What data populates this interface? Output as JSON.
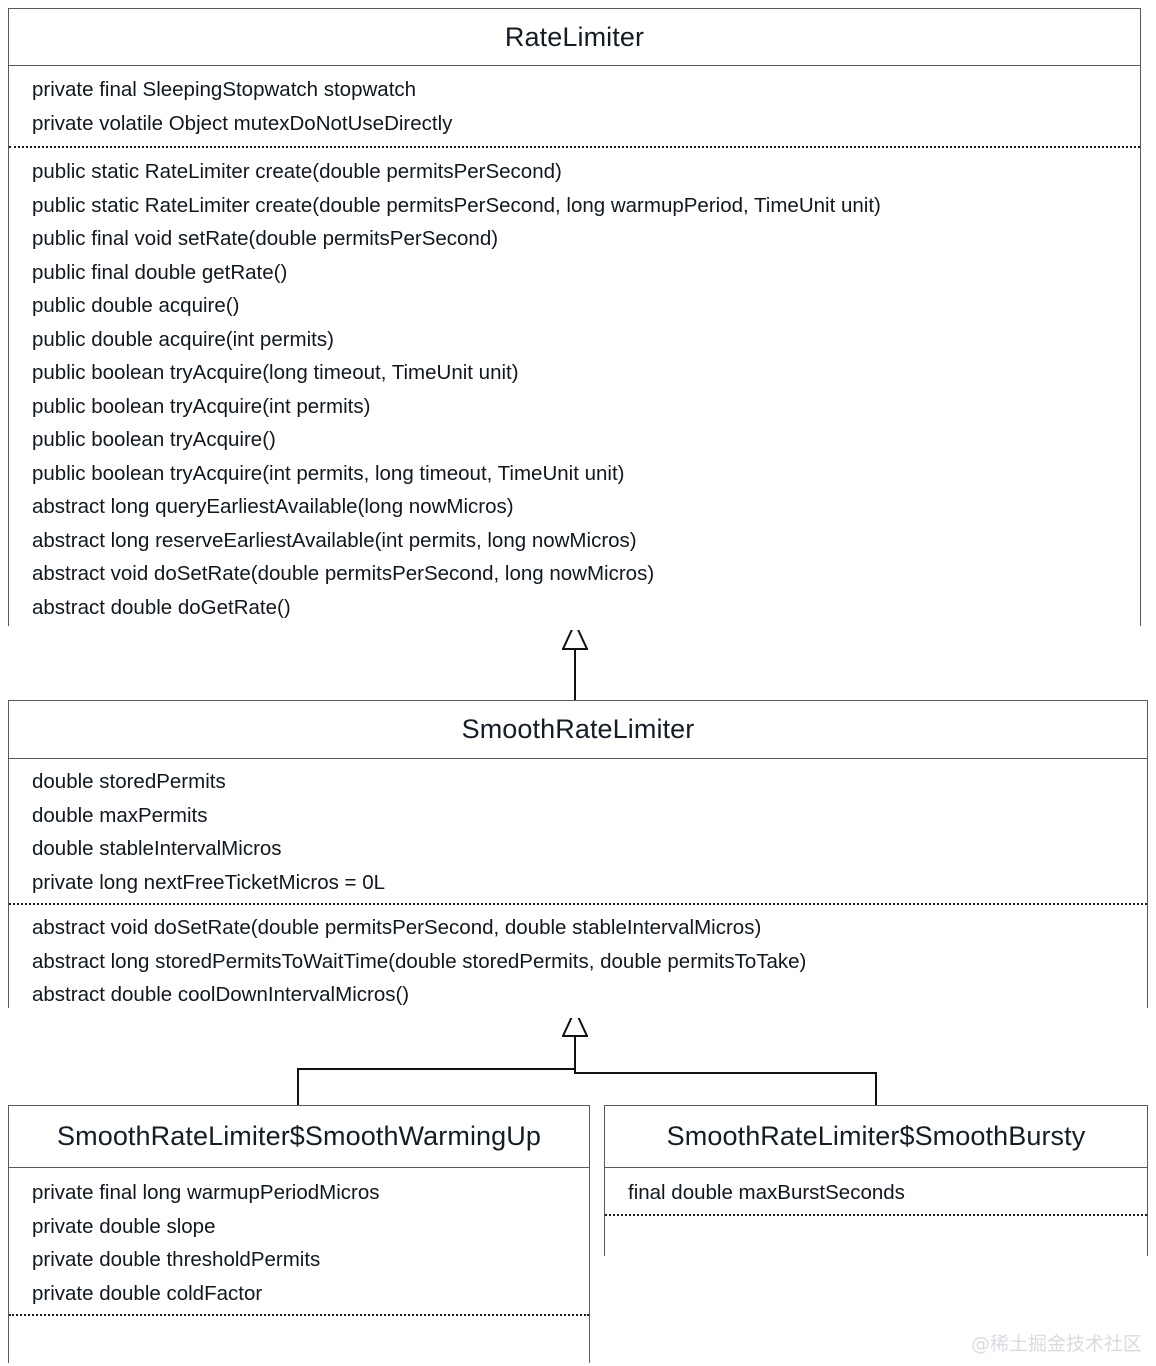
{
  "diagram": {
    "type": "uml-class-diagram",
    "watermark": "@稀土掘金技术社区",
    "classes": [
      {
        "id": "rate-limiter",
        "title": "RateLimiter",
        "attributes": [
          "private final SleepingStopwatch stopwatch",
          "private volatile Object mutexDoNotUseDirectly"
        ],
        "methods": [
          "public static RateLimiter create(double permitsPerSecond)",
          "public static RateLimiter create(double permitsPerSecond, long warmupPeriod, TimeUnit unit)",
          "public final void setRate(double permitsPerSecond)",
          "public final double getRate()",
          "public double acquire()",
          "public double acquire(int permits)",
          "public boolean tryAcquire(long timeout, TimeUnit unit)",
          "public boolean tryAcquire(int permits)",
          "public boolean tryAcquire()",
          "public boolean tryAcquire(int permits, long timeout, TimeUnit unit)",
          "abstract long queryEarliestAvailable(long nowMicros)",
          "abstract long reserveEarliestAvailable(int permits, long nowMicros)",
          "abstract void doSetRate(double permitsPerSecond, long nowMicros)",
          "abstract double doGetRate()"
        ]
      },
      {
        "id": "smooth-rate-limiter",
        "title": "SmoothRateLimiter",
        "attributes": [
          "double storedPermits",
          "double maxPermits",
          "double stableIntervalMicros",
          "private long nextFreeTicketMicros = 0L"
        ],
        "methods": [
          "abstract void doSetRate(double permitsPerSecond, double stableIntervalMicros)",
          "abstract long storedPermitsToWaitTime(double storedPermits, double permitsToTake)",
          "abstract double coolDownIntervalMicros()"
        ]
      },
      {
        "id": "smooth-warming-up",
        "title": "SmoothRateLimiter$SmoothWarmingUp",
        "attributes": [
          "private final long warmupPeriodMicros",
          "private double slope",
          "private double thresholdPermits",
          "private double coldFactor"
        ],
        "methods": []
      },
      {
        "id": "smooth-bursty",
        "title": "SmoothRateLimiter$SmoothBursty",
        "attributes": [
          "final double maxBurstSeconds"
        ],
        "methods": []
      }
    ],
    "relations": [
      {
        "kind": "generalization",
        "from": "SmoothRateLimiter",
        "to": "RateLimiter"
      },
      {
        "kind": "generalization",
        "from": "SmoothRateLimiter$SmoothWarmingUp",
        "to": "SmoothRateLimiter"
      },
      {
        "kind": "generalization",
        "from": "SmoothRateLimiter$SmoothBursty",
        "to": "SmoothRateLimiter"
      }
    ]
  }
}
